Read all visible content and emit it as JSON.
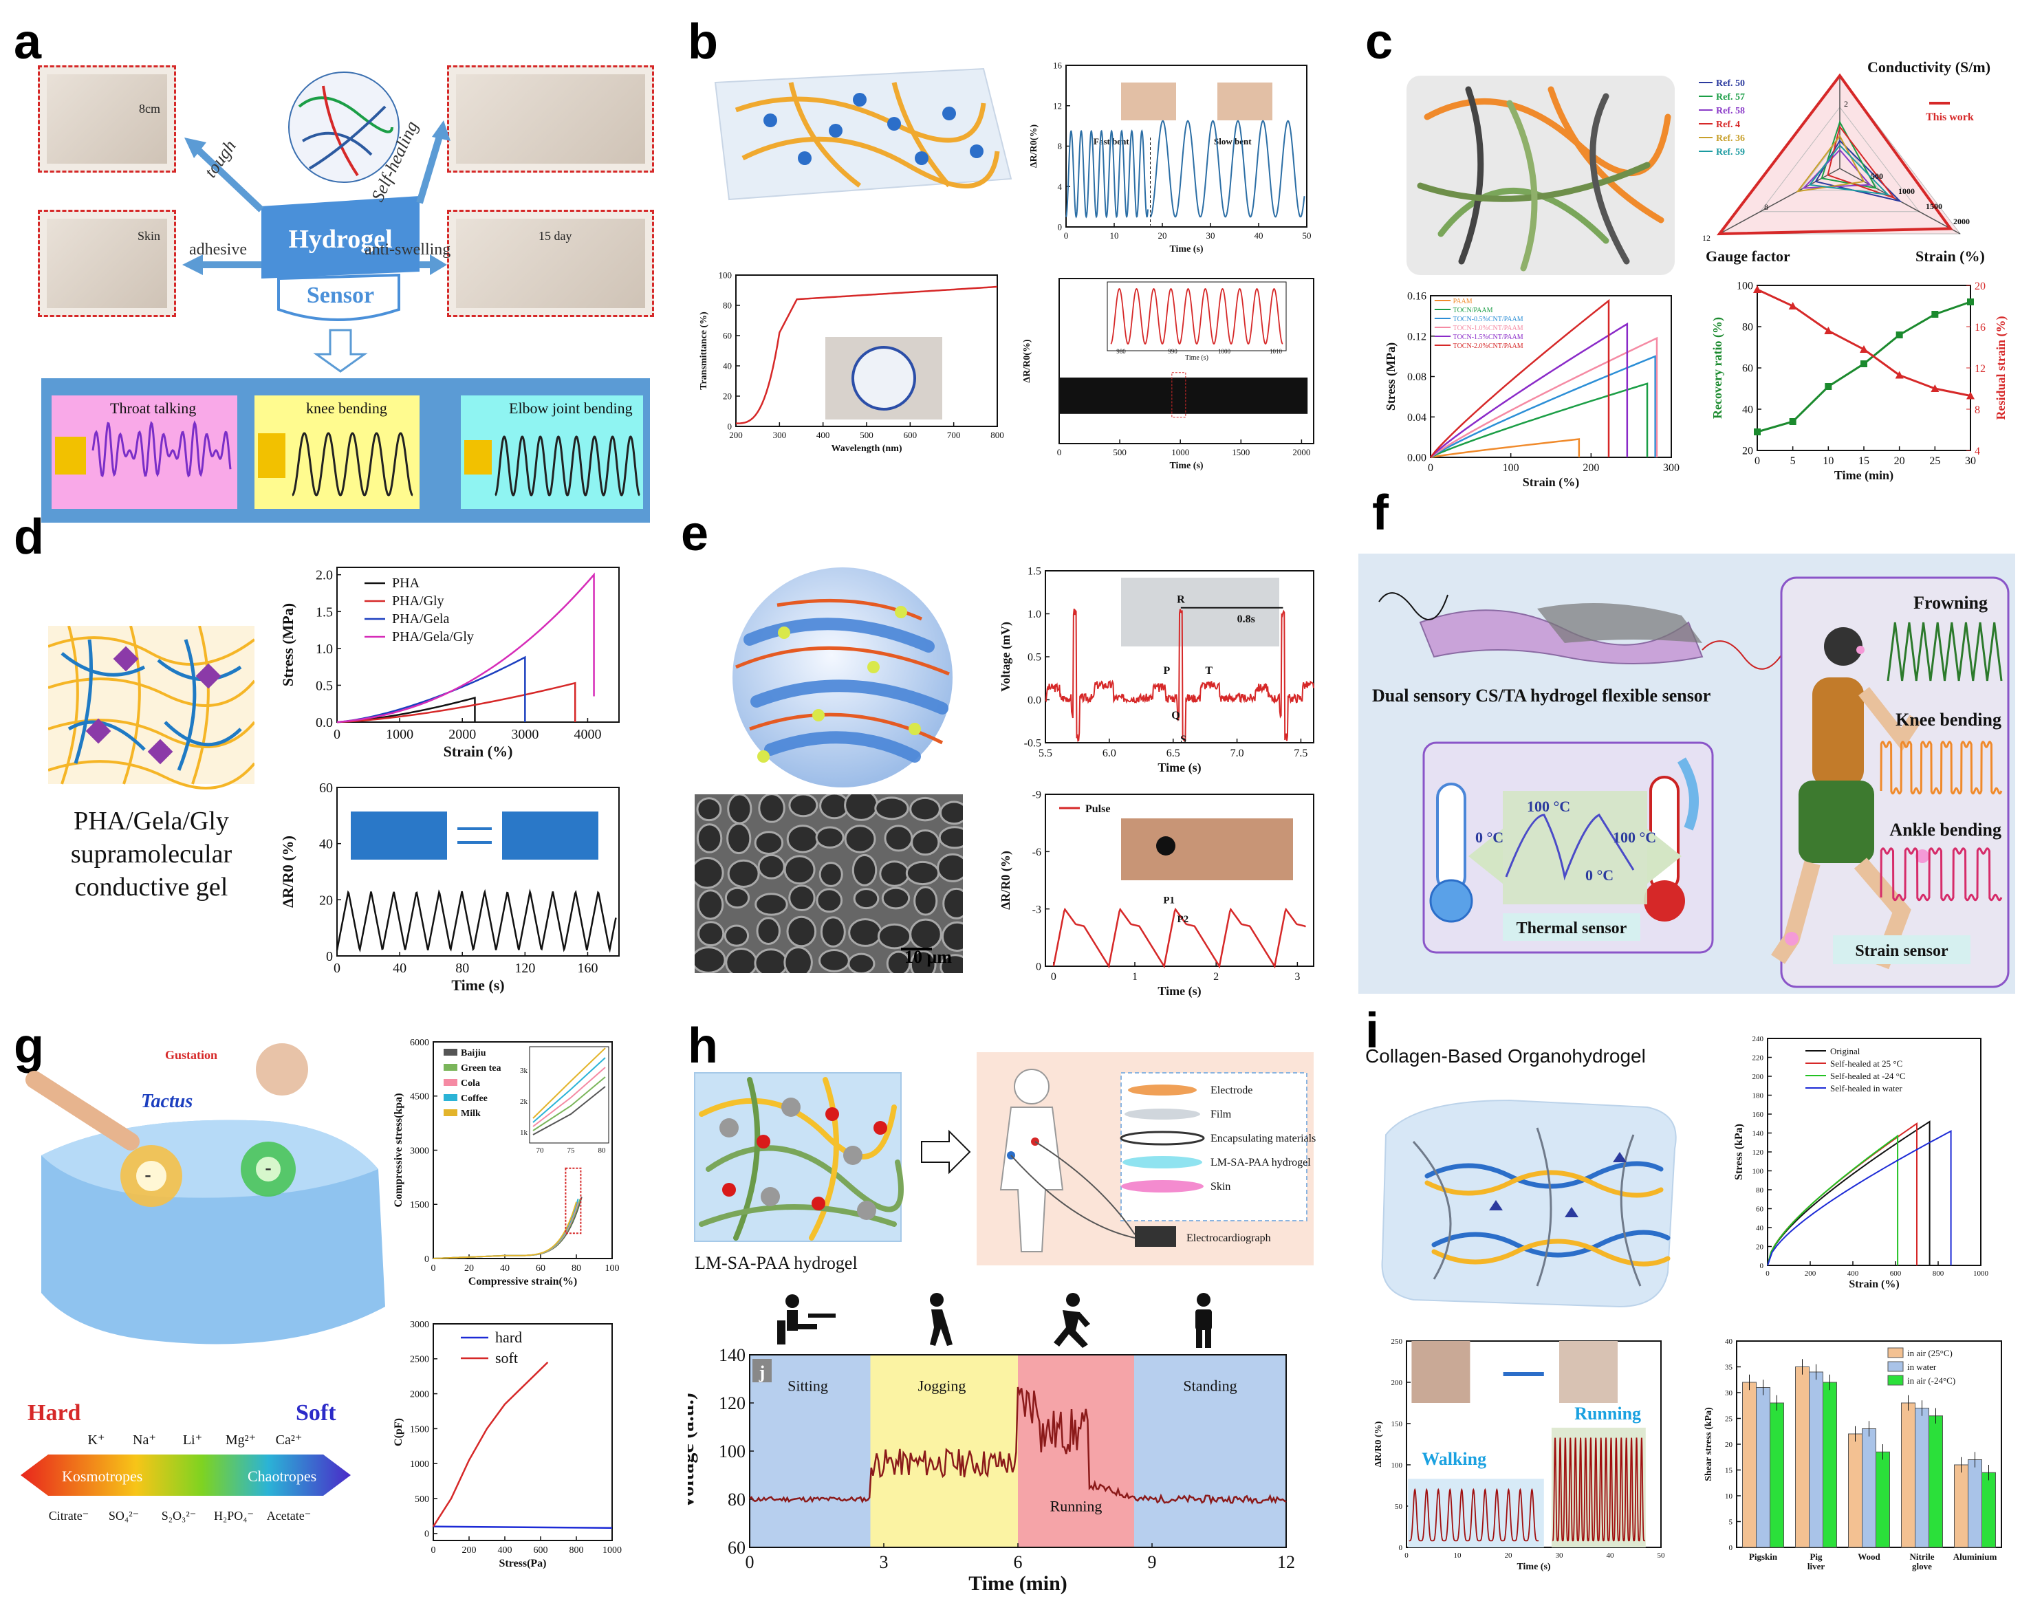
{
  "panel_labels": [
    "a",
    "b",
    "c",
    "d",
    "e",
    "f",
    "g",
    "h",
    "i"
  ],
  "panel_a": {
    "center_title": "Hydrogel",
    "center_sub": "Sensor",
    "arrows": [
      "tough",
      "Self-healing",
      "adhesive",
      "anti-swelling"
    ],
    "photo_labels": [
      "8cm",
      "Skin",
      "15 day"
    ],
    "signals": [
      "Throat talking",
      "knee bending",
      "Elbow joint bending"
    ]
  },
  "panel_b": {
    "top_chart": {
      "ylabel": "ΔR/R0(%)",
      "xlabel": "Time (s)",
      "annot": [
        "Fast bent",
        "Slow bent"
      ],
      "yticks": [
        "0",
        "4",
        "8",
        "12",
        "16"
      ],
      "xticks": [
        "0",
        "10",
        "20",
        "30",
        "40",
        "50"
      ]
    },
    "trans_chart": {
      "ylabel": "Transmittance (%)",
      "xlabel": "Wavelength (nm)",
      "xticks": [
        "200",
        "300",
        "400",
        "500",
        "600",
        "700",
        "800"
      ],
      "yticks": [
        "0",
        "20",
        "40",
        "60",
        "80",
        "100"
      ]
    },
    "cycle_chart": {
      "ylabel": "ΔR/R0(%)",
      "xlabel": "Time (s)",
      "xticks": [
        "0",
        "500",
        "1000",
        "1500",
        "2000"
      ],
      "inset_xlabel": "Time (s)",
      "inset_xticks": [
        "980",
        "990",
        "1000",
        "1010"
      ]
    }
  },
  "panel_c": {
    "radar": {
      "title": "Conductivity (S/m)",
      "axes": [
        "Gauge factor",
        "Strain (%)"
      ],
      "legend": [
        "Ref. 50",
        "Ref. 57",
        "Ref. 58",
        "Ref. 4",
        "Ref. 36",
        "Ref. 59",
        "This work"
      ],
      "ticks": [
        "2",
        "8",
        "12",
        "500",
        "1000",
        "1500",
        "2000"
      ]
    },
    "stress": {
      "ylabel": "Stress (MPa)",
      "xlabel": "Strain (%)",
      "legend": [
        "PAAM",
        "TOCN/PAAM",
        "TOCN-0.5%CNT/PAAM",
        "TOCN-1.0%CNT/PAAM",
        "TOCN-1.5%CNT/PAAM",
        "TOCN-2.0%CNT/PAAM"
      ],
      "yticks": [
        "0.00",
        "0.04",
        "0.08",
        "0.12",
        "0.16"
      ],
      "xticks": [
        "0",
        "100",
        "200",
        "300"
      ]
    },
    "recovery": {
      "ylabel_left": "Recovery ratio (%)",
      "ylabel_right": "Residual strain (%)",
      "xlabel": "Time (min)",
      "xticks": [
        "0",
        "5",
        "10",
        "15",
        "20",
        "25",
        "30"
      ],
      "yticks_left": [
        "20",
        "40",
        "60",
        "80",
        "100"
      ],
      "yticks_right": [
        "4",
        "8",
        "12",
        "16",
        "20"
      ]
    }
  },
  "panel_d": {
    "caption": [
      "PHA/Gela/Gly",
      "supramolecular",
      "conductive gel"
    ],
    "stress": {
      "ylabel": "Stress (MPa)",
      "xlabel": "Strain (%)",
      "legend": [
        "PHA",
        "PHA/Gly",
        "PHA/Gela",
        "PHA/Gela/Gly"
      ],
      "yticks": [
        "0.0",
        "0.5",
        "1.0",
        "1.5",
        "2.0"
      ],
      "xticks": [
        "0",
        "1000",
        "2000",
        "3000",
        "4000"
      ]
    },
    "resp": {
      "ylabel": "ΔR/R0 (%)",
      "xlabel": "Time (s)",
      "yticks": [
        "0",
        "20",
        "40",
        "60"
      ],
      "xticks": [
        "0",
        "40",
        "80",
        "120",
        "160"
      ]
    }
  },
  "panel_e": {
    "ecg": {
      "ylabel": "Voltage (mV)",
      "xlabel": "Time (s)",
      "labels": [
        "P",
        "R",
        "T",
        "Q",
        "S"
      ],
      "interval": "0.8s",
      "yticks": [
        "-0.5",
        "0.0",
        "0.5",
        "1.0",
        "1.5"
      ],
      "xticks": [
        "5.5",
        "6.0",
        "6.5",
        "7.0",
        "7.5"
      ]
    },
    "pulse": {
      "ylabel": "ΔR/R0 (%)",
      "xlabel": "Time (s)",
      "legend": "Pulse",
      "labels": [
        "P1",
        "P2"
      ],
      "yticks": [
        "0",
        "-3",
        "-6",
        "-9"
      ],
      "xticks": [
        "0",
        "1",
        "2",
        "3"
      ]
    },
    "scale": "10 μm"
  },
  "panel_f": {
    "title": "Dual sensory CS/TA hydrogel flexible sensor",
    "thermal": {
      "label": "Thermal sensor",
      "temps": [
        "0 °C",
        "100 °C",
        "100 °C",
        "0 °C"
      ]
    },
    "strain": {
      "label": "Strain sensor",
      "items": [
        "Frowning",
        "Knee bending",
        "Ankle bending"
      ]
    }
  },
  "panel_g": {
    "labels": [
      "Gustation",
      "Tactus"
    ],
    "scale": {
      "left": "Hard",
      "right": "Soft",
      "arrow_left": "Kosmotropes",
      "arrow_right": "Chaotropes",
      "cations": [
        "K⁺",
        "Na⁺",
        "Li⁺",
        "Mg²⁺",
        "Ca²⁺"
      ],
      "anions": [
        "Citrate⁻",
        "SO₄²⁻",
        "S₂O₃²⁻",
        "H₂PO₄⁻",
        "Acetate⁻"
      ]
    },
    "comp": {
      "ylabel": "Compressive stress(kpa)",
      "xlabel": "Compressive strain(%)",
      "legend": [
        "Baijiu",
        "Green tea",
        "Cola",
        "Coffee",
        "Milk"
      ],
      "yticks": [
        "0",
        "1500",
        "3000",
        "4500",
        "6000"
      ],
      "xticks": [
        "0",
        "20",
        "40",
        "60",
        "80",
        "100"
      ],
      "inset_yticks": [
        "1k",
        "2k",
        "3k"
      ],
      "inset_xticks": [
        "70",
        "75",
        "80"
      ]
    },
    "cap": {
      "ylabel": "C(pF)",
      "xlabel": "Stress(Pa)",
      "legend": [
        "hard",
        "soft"
      ],
      "yticks": [
        "0",
        "500",
        "1000",
        "1500",
        "2000",
        "2500",
        "3000"
      ],
      "xticks": [
        "0",
        "200",
        "400",
        "600",
        "800",
        "1000"
      ]
    }
  },
  "panel_h": {
    "caption": "LM-SA-PAA hydrogel",
    "layers": [
      "Electrode",
      "Film",
      "Encapsulating materials",
      "LM-SA-PAA hydrogel",
      "Skin"
    ],
    "device": "Electrocardiograph",
    "voltage": {
      "ylabel": "Voltage (a.u.)",
      "xlabel": "Time (min)",
      "tag": "j",
      "phases": [
        "Sitting",
        "Jogging",
        "Running",
        "Standing"
      ],
      "yticks": [
        "60",
        "80",
        "100",
        "120",
        "140"
      ],
      "xticks": [
        "0",
        "3",
        "6",
        "9",
        "12"
      ]
    }
  },
  "panel_i": {
    "title": "Collagen-Based Organohydrogel",
    "stress": {
      "ylabel": "Stress (kPa)",
      "xlabel": "Strain (%)",
      "legend": [
        "Original",
        "Self-healed at 25 °C",
        "Self-healed at -24 °C",
        "Self-healed in water"
      ],
      "yticks": [
        "0",
        "20",
        "40",
        "60",
        "80",
        "100",
        "120",
        "140",
        "160",
        "180",
        "200",
        "220",
        "240"
      ],
      "xticks": [
        "0",
        "200",
        "400",
        "600",
        "800",
        "1000"
      ]
    },
    "walk": {
      "ylabel": "ΔR/R0 (%)",
      "xlabel": "Time (s)",
      "labels": [
        "Walking",
        "Running"
      ],
      "yticks": [
        "0",
        "50",
        "100",
        "150",
        "200",
        "250"
      ],
      "xticks": [
        "0",
        "10",
        "20",
        "30",
        "40",
        "50"
      ]
    },
    "shear": {
      "ylabel": "Shear stress (kPa)",
      "legend": [
        "in air (25°C)",
        "in water",
        "in air (-24°C)"
      ],
      "categories": [
        "Pigskin",
        "Pig liver",
        "Wood",
        "Nitrile glove",
        "Aluminium"
      ],
      "yticks": [
        "0",
        "5",
        "10",
        "15",
        "20",
        "25",
        "30",
        "35",
        "40"
      ]
    }
  },
  "chart_data": [
    {
      "type": "line",
      "title": "",
      "xlabel": "Strain (%)",
      "ylabel": "Stress (MPa)",
      "xlim": [
        0,
        4500
      ],
      "ylim": [
        0,
        2.0
      ],
      "series": [
        {
          "name": "PHA",
          "x": [
            0,
            2200
          ],
          "y": [
            0,
            0.33
          ]
        },
        {
          "name": "PHA/Gly",
          "x": [
            0,
            3800
          ],
          "y": [
            0,
            0.53
          ]
        },
        {
          "name": "PHA/Gela",
          "x": [
            0,
            3000
          ],
          "y": [
            0,
            0.88
          ]
        },
        {
          "name": "PHA/Gela/Gly",
          "x": [
            0,
            4100
          ],
          "y": [
            0,
            2.0
          ]
        }
      ]
    },
    {
      "type": "line",
      "title": "",
      "xlabel": "Strain (%)",
      "ylabel": "Stress (MPa)",
      "xlim": [
        0,
        300
      ],
      "ylim": [
        0,
        0.16
      ],
      "series": [
        {
          "name": "PAAM",
          "x": [
            0,
            185
          ],
          "y": [
            0,
            0.018
          ]
        },
        {
          "name": "TOCN/PAAM",
          "x": [
            0,
            270
          ],
          "y": [
            0,
            0.073
          ]
        },
        {
          "name": "TOCN-0.5%CNT/PAAM",
          "x": [
            0,
            280
          ],
          "y": [
            0,
            0.1
          ]
        },
        {
          "name": "TOCN-1.0%CNT/PAAM",
          "x": [
            0,
            282
          ],
          "y": [
            0,
            0.118
          ]
        },
        {
          "name": "TOCN-1.5%CNT/PAAM",
          "x": [
            0,
            245
          ],
          "y": [
            0,
            0.132
          ]
        },
        {
          "name": "TOCN-2.0%CNT/PAAM",
          "x": [
            0,
            222
          ],
          "y": [
            0,
            0.155
          ]
        }
      ]
    },
    {
      "type": "line",
      "title": "",
      "xlabel": "Time (min)",
      "ylabel": "Recovery ratio (%)",
      "xlim": [
        0,
        30
      ],
      "series": [
        {
          "name": "Recovery ratio (%)",
          "x": [
            0,
            5,
            10,
            15,
            20,
            25,
            30
          ],
          "y": [
            29,
            34,
            51,
            62,
            76,
            86,
            92
          ]
        },
        {
          "name": "Residual strain (%)",
          "x": [
            0,
            5,
            10,
            15,
            20,
            25,
            30
          ],
          "y": [
            19.6,
            18,
            15.6,
            13.8,
            11.3,
            10,
            9.3
          ]
        }
      ]
    },
    {
      "type": "line",
      "title": "",
      "xlabel": "Stress(Pa)",
      "ylabel": "C(pF)",
      "xlim": [
        0,
        1000
      ],
      "ylim": [
        0,
        3000
      ],
      "series": [
        {
          "name": "hard",
          "x": [
            0,
            1000
          ],
          "y": [
            100,
            80
          ]
        },
        {
          "name": "soft",
          "x": [
            0,
            100,
            200,
            300,
            400,
            500,
            600,
            640
          ],
          "y": [
            100,
            500,
            1050,
            1500,
            1850,
            2100,
            2350,
            2450
          ]
        }
      ]
    },
    {
      "type": "line",
      "title": "",
      "xlabel": "Strain (%)",
      "ylabel": "Stress (kPa)",
      "xlim": [
        0,
        1000
      ],
      "ylim": [
        0,
        240
      ],
      "series": [
        {
          "name": "Original",
          "x": [
            0,
            760
          ],
          "y": [
            0,
            152
          ]
        },
        {
          "name": "Self-healed at 25 °C",
          "x": [
            0,
            700
          ],
          "y": [
            0,
            150
          ]
        },
        {
          "name": "Self-healed at -24 °C",
          "x": [
            0,
            610
          ],
          "y": [
            0,
            137
          ]
        },
        {
          "name": "Self-healed in water",
          "x": [
            0,
            860
          ],
          "y": [
            0,
            142
          ]
        }
      ]
    },
    {
      "type": "bar",
      "title": "",
      "xlabel": "",
      "ylabel": "Shear stress (kPa)",
      "ylim": [
        0,
        40
      ],
      "categories": [
        "Pigskin",
        "Pig liver",
        "Wood",
        "Nitrile glove",
        "Aluminium"
      ],
      "series": [
        {
          "name": "in air (25°C)",
          "values": [
            32,
            35,
            22,
            28,
            16
          ]
        },
        {
          "name": "in water",
          "values": [
            31,
            34,
            23,
            27,
            17
          ]
        },
        {
          "name": "in air (-24°C)",
          "values": [
            28,
            32,
            18.5,
            25.5,
            14.5
          ]
        }
      ]
    },
    {
      "type": "line",
      "title": "",
      "xlabel": "Time (min)",
      "ylabel": "Voltage (a.u.)",
      "xlim": [
        0,
        12
      ],
      "ylim": [
        60,
        140
      ],
      "series": [
        {
          "name": "",
          "x": [
            0,
            1,
            2,
            2.7,
            3,
            3.5,
            4,
            4.5,
            5,
            5.5,
            6,
            6.3,
            6.6,
            7,
            7.3,
            7.6,
            8,
            8.5,
            9,
            10,
            11,
            12
          ],
          "y": [
            80,
            81,
            81,
            82,
            100,
            96,
            101,
            94,
            100,
            92,
            90,
            125,
            118,
            122,
            110,
            95,
            84,
            80,
            79,
            80,
            80,
            82
          ]
        }
      ]
    }
  ]
}
